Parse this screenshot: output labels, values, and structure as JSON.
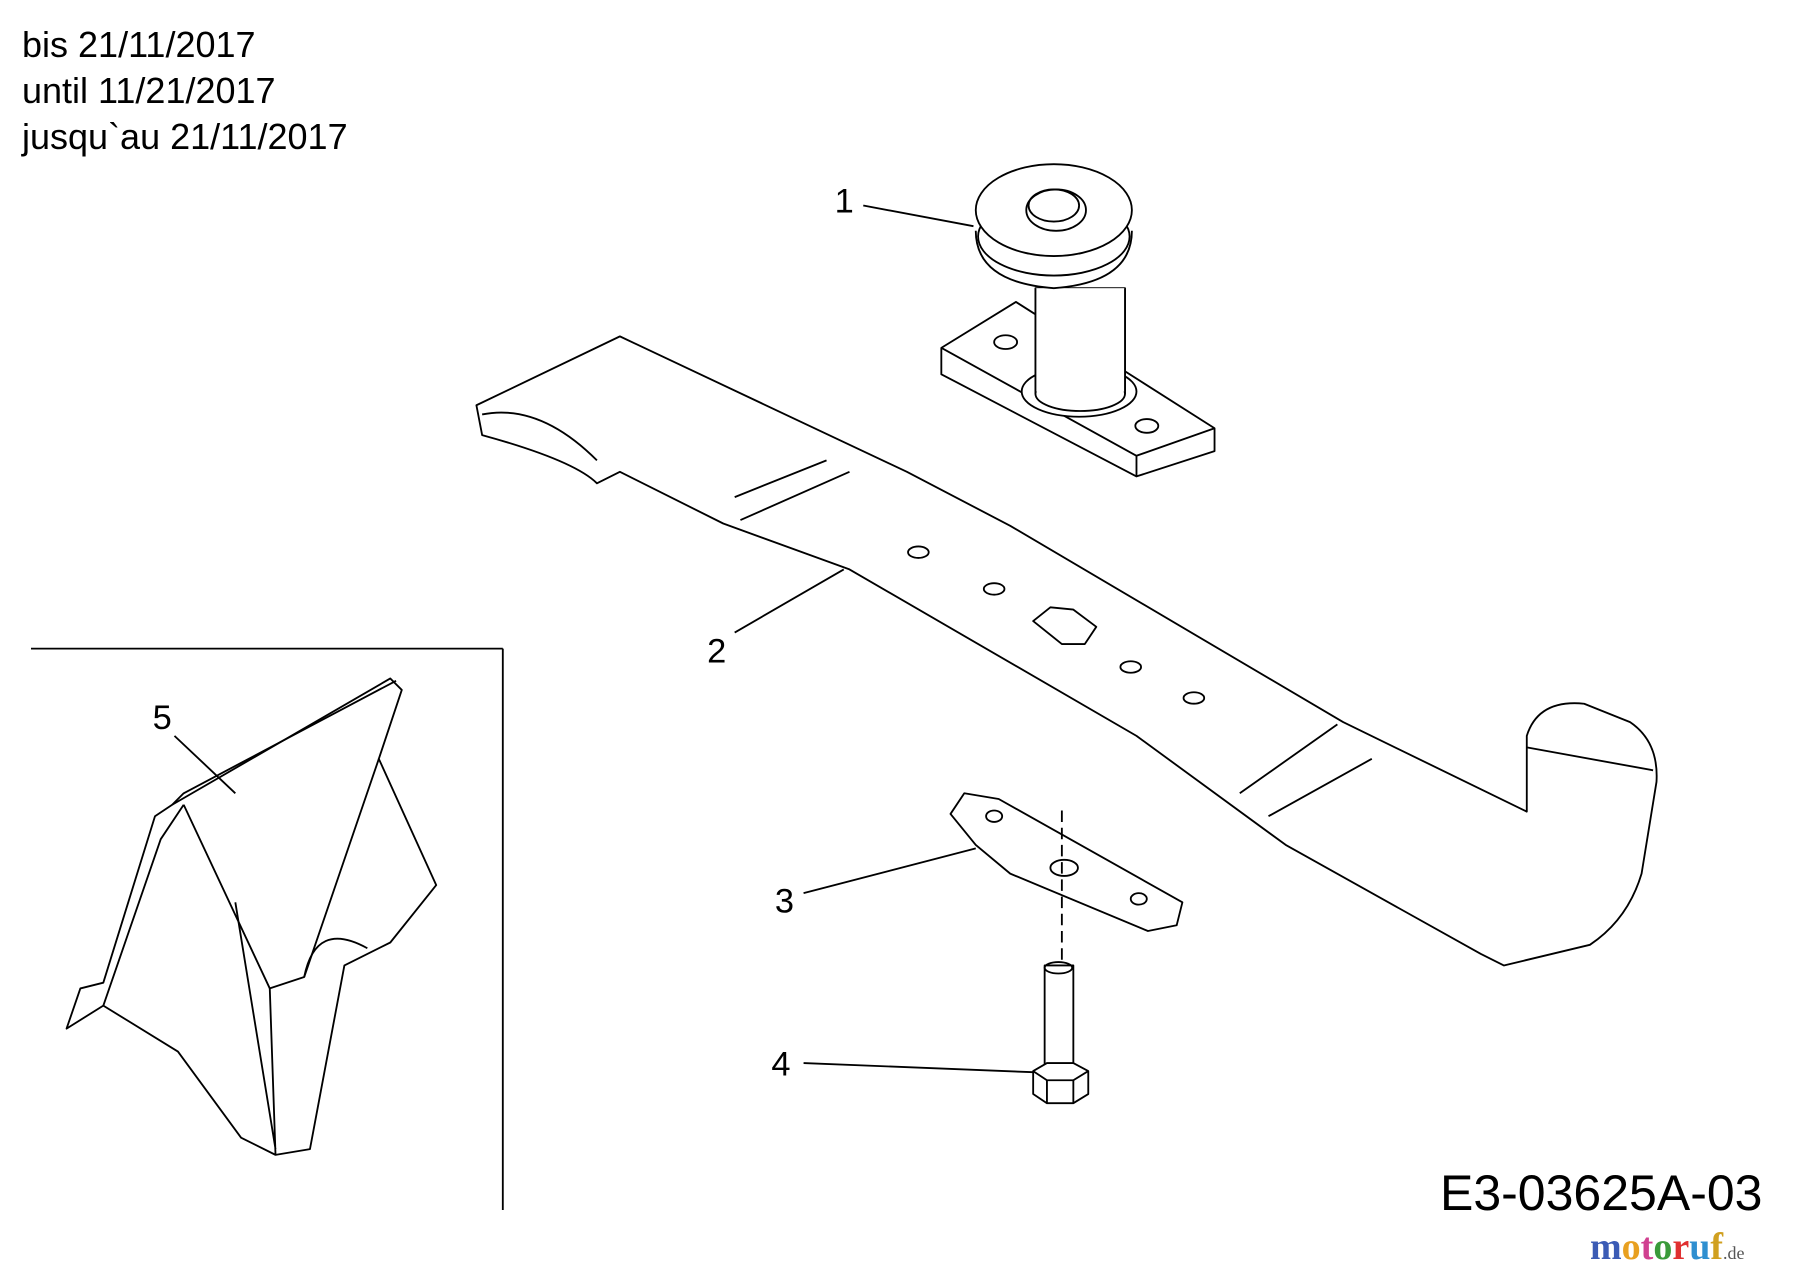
{
  "validity": [
    "bis 21/11/2017",
    "until 11/21/2017",
    "jusqu`au 21/11/2017"
  ],
  "callouts": [
    "1",
    "2",
    "3",
    "4",
    "5"
  ],
  "parts": {
    "1": "pulley-spindle",
    "2": "mower-blade",
    "3": "blade-adapter",
    "4": "bolt",
    "5": "deflector"
  },
  "drawing_code": "E3-03625A-03",
  "watermark": {
    "name": "motoruf",
    "tld": ".de",
    "colors": [
      "#3b5bb5",
      "#e8a020",
      "#d04090",
      "#3a9a3a",
      "#e03030",
      "#2f8fd0",
      "#d0a020"
    ]
  }
}
